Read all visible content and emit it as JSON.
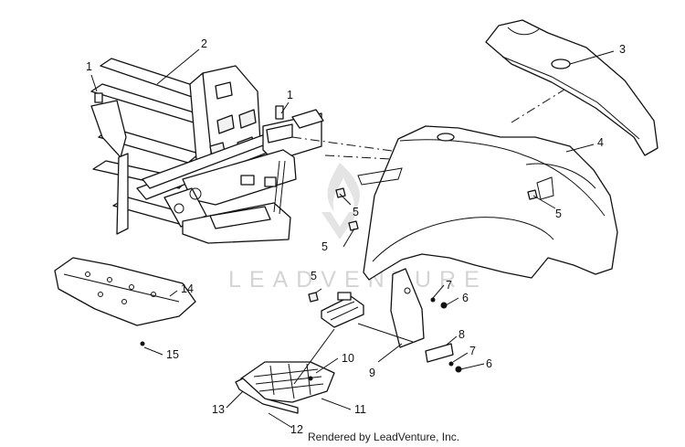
{
  "watermark": {
    "text": "LEADVENTURE",
    "logo_icon": "leadventure-flame-logo"
  },
  "footer": {
    "credit": "Rendered by LeadVenture, Inc."
  },
  "callouts": [
    "1",
    "2",
    "1",
    "3",
    "4",
    "5",
    "5",
    "5",
    "5",
    "7",
    "6",
    "14",
    "15",
    "8",
    "7",
    "6",
    "10",
    "9",
    "13",
    "11",
    "12"
  ]
}
